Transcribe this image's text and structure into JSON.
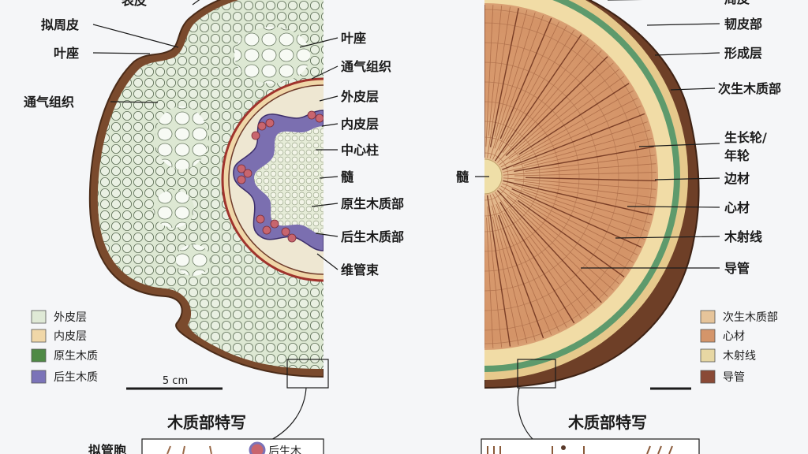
{
  "left": {
    "labels_left": [
      "表皮",
      "拟周皮",
      "叶座",
      "通气组织"
    ],
    "labels_right": [
      "叶座",
      "通气组织",
      "外皮层",
      "内皮层",
      "中心柱",
      "髓",
      "原生木质部",
      "后生木质部",
      "维管束"
    ],
    "legend": [
      {
        "label": "外皮层",
        "color": "#dfe9d6"
      },
      {
        "label": "内皮层",
        "color": "#f0d7a8"
      },
      {
        "label": "原生木质",
        "color": "#4f8a45"
      },
      {
        "label": "后生木质",
        "color": "#7b73b8"
      }
    ],
    "scale_text": "5 cm",
    "closeup_title": "木质部特写",
    "closeup_labels": [
      "拟管胞",
      "后生木"
    ]
  },
  "right": {
    "labels_right": [
      "周皮",
      "韧皮部",
      "形成层",
      "次生木质部",
      "生长轮/",
      "年轮",
      "边材",
      "心材",
      "木射线",
      "导管"
    ],
    "label_pith": "髓",
    "legend": [
      {
        "label": "次生木质部",
        "color": "#e6c49a"
      },
      {
        "label": "心材",
        "color": "#d4956a"
      },
      {
        "label": "木射线",
        "color": "#e7d7a3"
      },
      {
        "label": "导管",
        "color": "#8a4a36"
      }
    ],
    "closeup_title": "木质部特写"
  }
}
